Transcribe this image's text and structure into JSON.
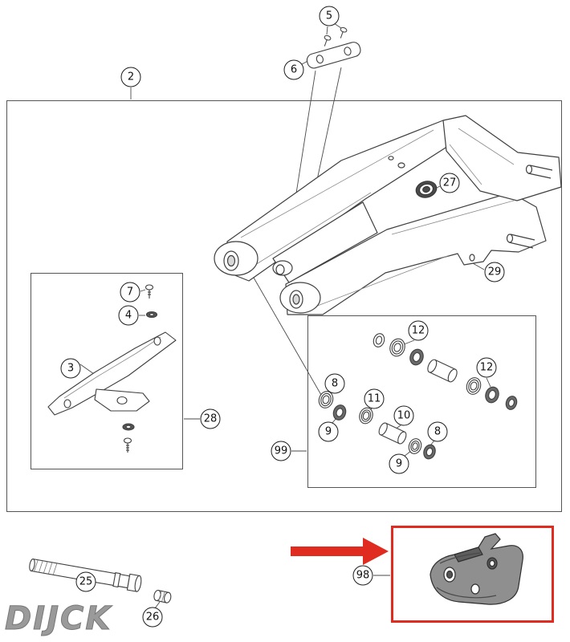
{
  "diagram": {
    "type": "exploded-parts-diagram",
    "subject": "swingarm-assembly"
  },
  "watermark": {
    "text": "DIJCK"
  },
  "colors": {
    "highlight_red": "#e02b20",
    "line": "#3f3f3f",
    "box_border": "#555555",
    "watermark_gray": "#9a9a9a"
  },
  "callouts": [
    {
      "label": "2"
    },
    {
      "label": "5"
    },
    {
      "label": "6"
    },
    {
      "label": "27"
    },
    {
      "label": "29"
    },
    {
      "label": "7"
    },
    {
      "label": "4"
    },
    {
      "label": "3"
    },
    {
      "label": "28"
    },
    {
      "label": "12"
    },
    {
      "label": "12"
    },
    {
      "label": "8"
    },
    {
      "label": "11"
    },
    {
      "label": "10"
    },
    {
      "label": "8"
    },
    {
      "label": "9"
    },
    {
      "label": "9"
    },
    {
      "label": "99"
    },
    {
      "label": "25"
    },
    {
      "label": "26"
    },
    {
      "label": "98"
    }
  ]
}
